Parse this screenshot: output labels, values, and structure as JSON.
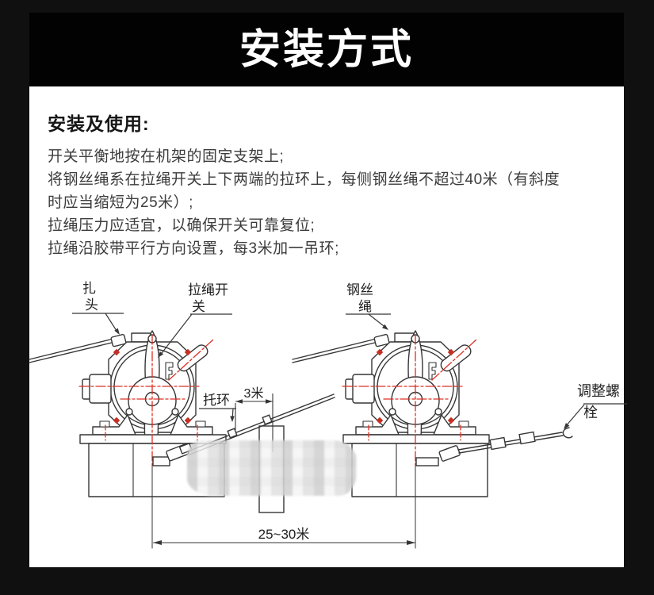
{
  "banner": {
    "title": "安装方式"
  },
  "instructions": {
    "heading": "安装及使用:",
    "lines": [
      "开关平衡地按在机架的固定支架上;",
      "将钢丝绳系在拉绳开关上下两端的拉环上，每侧钢丝绳不超过40米（有斜度",
      "时应当缩短为25米）;",
      "拉绳压力应适宜，以确保开关可靠复位;",
      "拉绳沿胶带平行方向设置，每3米加一吊环;"
    ]
  },
  "diagram": {
    "labels": {
      "clamp_head": {
        "line1": "扎",
        "line2": "头"
      },
      "pull_rope_switch": {
        "line1": "拉绳开",
        "line2": "关"
      },
      "steel_wire_rope": {
        "line1": "钢丝",
        "line2": "绳"
      },
      "support_ring": "托环",
      "adjust_bolt": {
        "line1": "调整螺",
        "line2": "栓"
      }
    },
    "dimensions": {
      "ring_spacing": "3米",
      "switch_spacing": "25~30米"
    },
    "colors": {
      "centerline_red": "#dc3024",
      "line_dark": "#363636"
    }
  }
}
